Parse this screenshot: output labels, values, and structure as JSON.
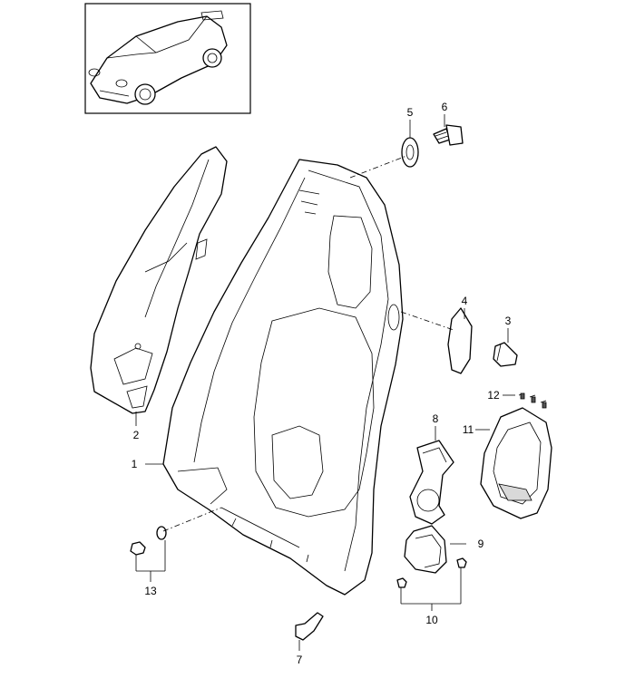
{
  "callouts": [
    {
      "id": "1",
      "label": "1"
    },
    {
      "id": "2",
      "label": "2"
    },
    {
      "id": "3",
      "label": "3"
    },
    {
      "id": "4",
      "label": "4"
    },
    {
      "id": "5",
      "label": "5"
    },
    {
      "id": "6",
      "label": "6"
    },
    {
      "id": "7",
      "label": "7"
    },
    {
      "id": "8",
      "label": "8"
    },
    {
      "id": "9",
      "label": "9"
    },
    {
      "id": "10",
      "label": "10"
    },
    {
      "id": "11",
      "label": "11"
    },
    {
      "id": "12",
      "label": "12"
    },
    {
      "id": "13",
      "label": "13"
    }
  ],
  "colors": {
    "line": "#000000",
    "background": "#ffffff",
    "shade": "#d9d9d9"
  }
}
